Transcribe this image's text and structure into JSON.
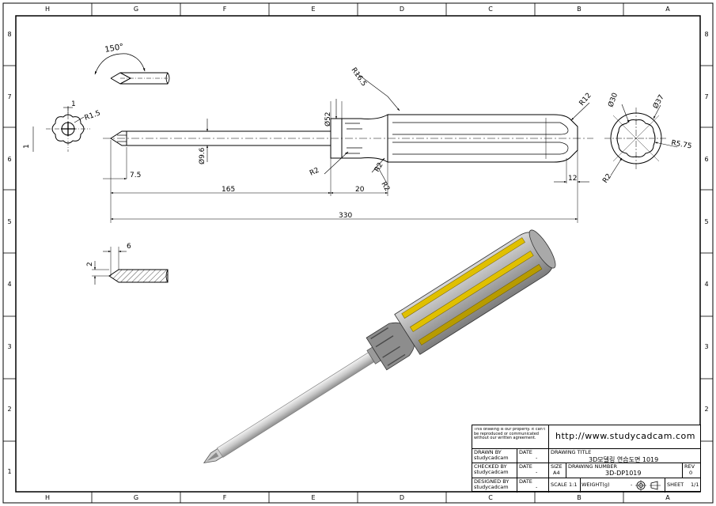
{
  "sheet": {
    "zones_top": [
      "H",
      "G",
      "F",
      "E",
      "D",
      "C",
      "B",
      "A"
    ],
    "zones_bottom": [
      "H",
      "G",
      "F",
      "E",
      "D",
      "C",
      "B",
      "A"
    ],
    "zones_side": [
      "8",
      "7",
      "6",
      "5",
      "4",
      "3",
      "2",
      "1"
    ]
  },
  "dimensions": {
    "angle": "150°",
    "r16_5": "R16.5",
    "d52": "Ø52",
    "r12": "R12",
    "d30": "Ø30",
    "d37": "Ø37",
    "r5_75": "R5.75",
    "r2_right": "R2",
    "r1_5": "R1.5",
    "one_top": "1",
    "one_side": "1",
    "d9_6": "Ø9.6",
    "seven_5": "7.5",
    "r2_a": "R2",
    "r2_b": "R2",
    "r2_c": "R2",
    "twelve": "12",
    "l165": "165",
    "l20": "20",
    "l330": "330",
    "six": "6",
    "two": "2"
  },
  "title_block": {
    "notice": "This drawing is our property. It can't be reproduced or communicated without our written agreement.",
    "url": "http://www.studycadcam.com",
    "drawn_by_label": "DRAWN BY",
    "drawn_by_value": "studycadcam",
    "checked_by_label": "CHECKED BY",
    "checked_by_value": "studycadcam",
    "designed_by_label": "DESIGNED BY",
    "designed_by_value": "studycadcam",
    "date_label": "DATE",
    "date_value": "-",
    "drawing_title_label": "DRAWING TITLE",
    "drawing_title_value": "3D모델링 연습도면 1019",
    "size_label": "SIZE",
    "size_value": "A4",
    "drawing_number_label": "DRAWING NUMBER",
    "drawing_number_value": "3D-DP1019",
    "rev_label": "REV",
    "rev_value": "0",
    "scale_label": "SCALE",
    "scale_value": "1:1",
    "weight_label": "WEIGHT(g)",
    "weight_value": "-",
    "sheet_label": "SHEET",
    "sheet_value": "1/1"
  }
}
